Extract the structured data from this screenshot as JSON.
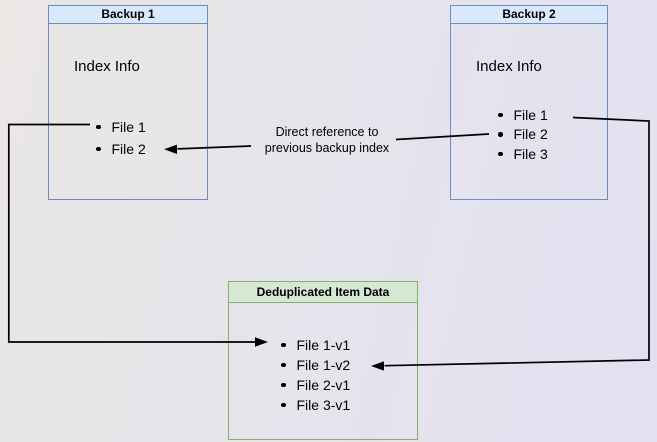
{
  "colors": {
    "background_start": "#eae7e5",
    "background_end": "#e1e1f2",
    "blue_fill": "#dae8fc",
    "blue_border": "#6c8ebf",
    "green_fill": "#d5e8d4",
    "green_border": "#82b366",
    "connector": "#000000",
    "text": "#000000"
  },
  "boxes": {
    "backup1": {
      "title": "Backup 1",
      "subtitle": "Index Info",
      "files": [
        "File 1",
        "File 2"
      ]
    },
    "backup2": {
      "title": "Backup 2",
      "subtitle": "Index Info",
      "files": [
        "File 1",
        "File 2",
        "File 3"
      ]
    },
    "dedup": {
      "title": "Deduplicated Item Data",
      "files": [
        "File 1-v1",
        "File 1-v2",
        "File 2-v1",
        "File 3-v1"
      ]
    }
  },
  "annotations": {
    "reference_label": {
      "line1": "Direct reference to",
      "line2": "previous backup index"
    }
  },
  "connections": [
    {
      "from": "backup1-file1",
      "to": "dedup-file1-v1"
    },
    {
      "from": "backup2-file1",
      "to": "dedup-file1-v2"
    },
    {
      "from": "backup2-file2",
      "to": "backup1-file2",
      "label": "Direct reference to previous backup index"
    }
  ]
}
